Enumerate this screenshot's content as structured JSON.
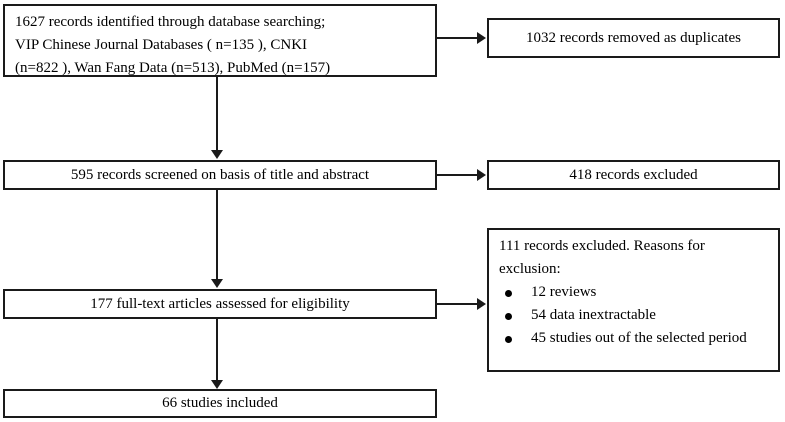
{
  "diagram": {
    "type": "prisma-flow-diagram",
    "colors": {
      "border": "#1a1a1a",
      "background": "#ffffff",
      "text": "#000000"
    },
    "boxes": {
      "identification": {
        "lines": [
          "1627 records identified through database searching;",
          "VIP Chinese Journal Databases ( n=135 ), CNKI",
          "(n=822 ), Wan Fang Data (n=513), PubMed (n=157)"
        ]
      },
      "duplicates_removed": {
        "label": "1032 records removed as duplicates"
      },
      "screened": {
        "label": "595 records screened on basis of title and abstract"
      },
      "records_excluded": {
        "label": "418 records excluded"
      },
      "full_text_assessed": {
        "label": "177 full-text articles assessed for eligibility"
      },
      "full_text_excluded": {
        "heading_lines": [
          "111 records excluded. Reasons for",
          "exclusion:"
        ],
        "reasons": [
          "12 reviews",
          "54 data inextractable",
          "45 studies out of the selected period"
        ]
      },
      "included": {
        "label": "66 studies included"
      }
    }
  }
}
